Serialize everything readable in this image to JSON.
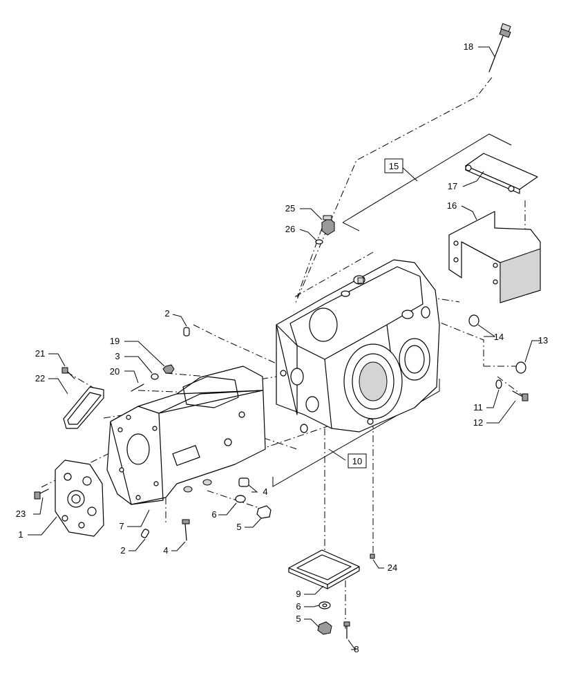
{
  "callouts": {
    "c1": "1",
    "c2a": "2",
    "c2b": "2",
    "c3": "3",
    "c4a": "4",
    "c4b": "4",
    "c5a": "5",
    "c5b": "5",
    "c6a": "6",
    "c6b": "6",
    "c7": "7",
    "c8": "8",
    "c9": "9",
    "c10": "10",
    "c11": "11",
    "c12": "12",
    "c13": "13",
    "c14": "14",
    "c15": "15",
    "c16": "16",
    "c17": "17",
    "c18": "18",
    "c19": "19",
    "c20": "20",
    "c21": "21",
    "c22": "22",
    "c23": "23",
    "c24": "24",
    "c25": "25",
    "c26": "26"
  }
}
